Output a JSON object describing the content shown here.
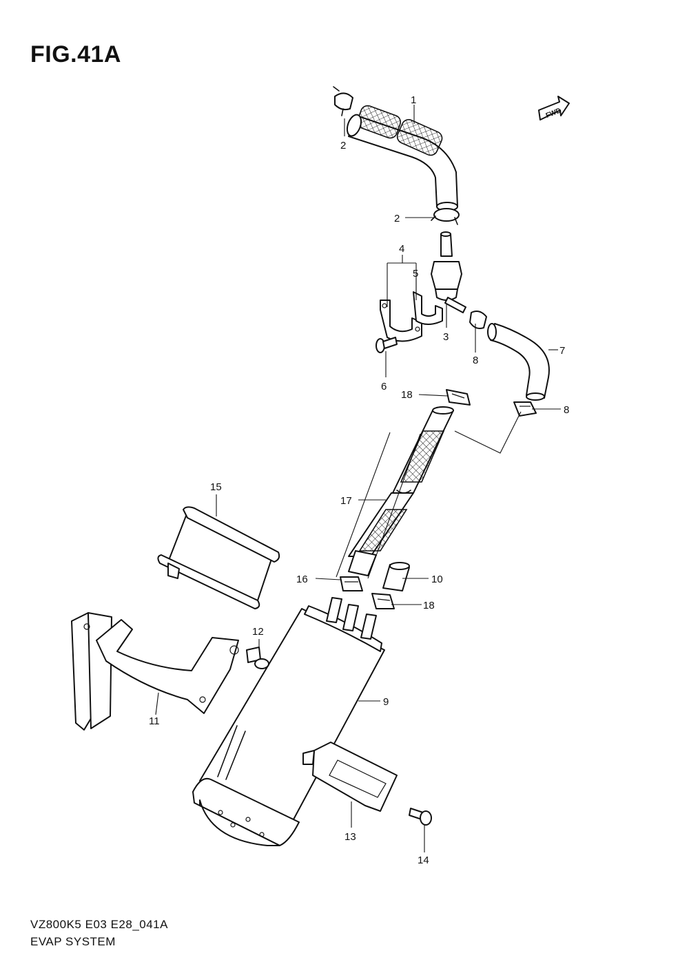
{
  "figure": {
    "title": "FIG.41A",
    "model_code": "VZ800K5 E03 E28_041A",
    "section_name": "EVAP SYSTEM",
    "fwd_mark": "FWD"
  },
  "callouts": [
    "1",
    "2",
    "2",
    "3",
    "4",
    "5",
    "6",
    "7",
    "8",
    "8",
    "9",
    "10",
    "11",
    "12",
    "13",
    "14",
    "15",
    "16",
    "17",
    "18",
    "18"
  ]
}
